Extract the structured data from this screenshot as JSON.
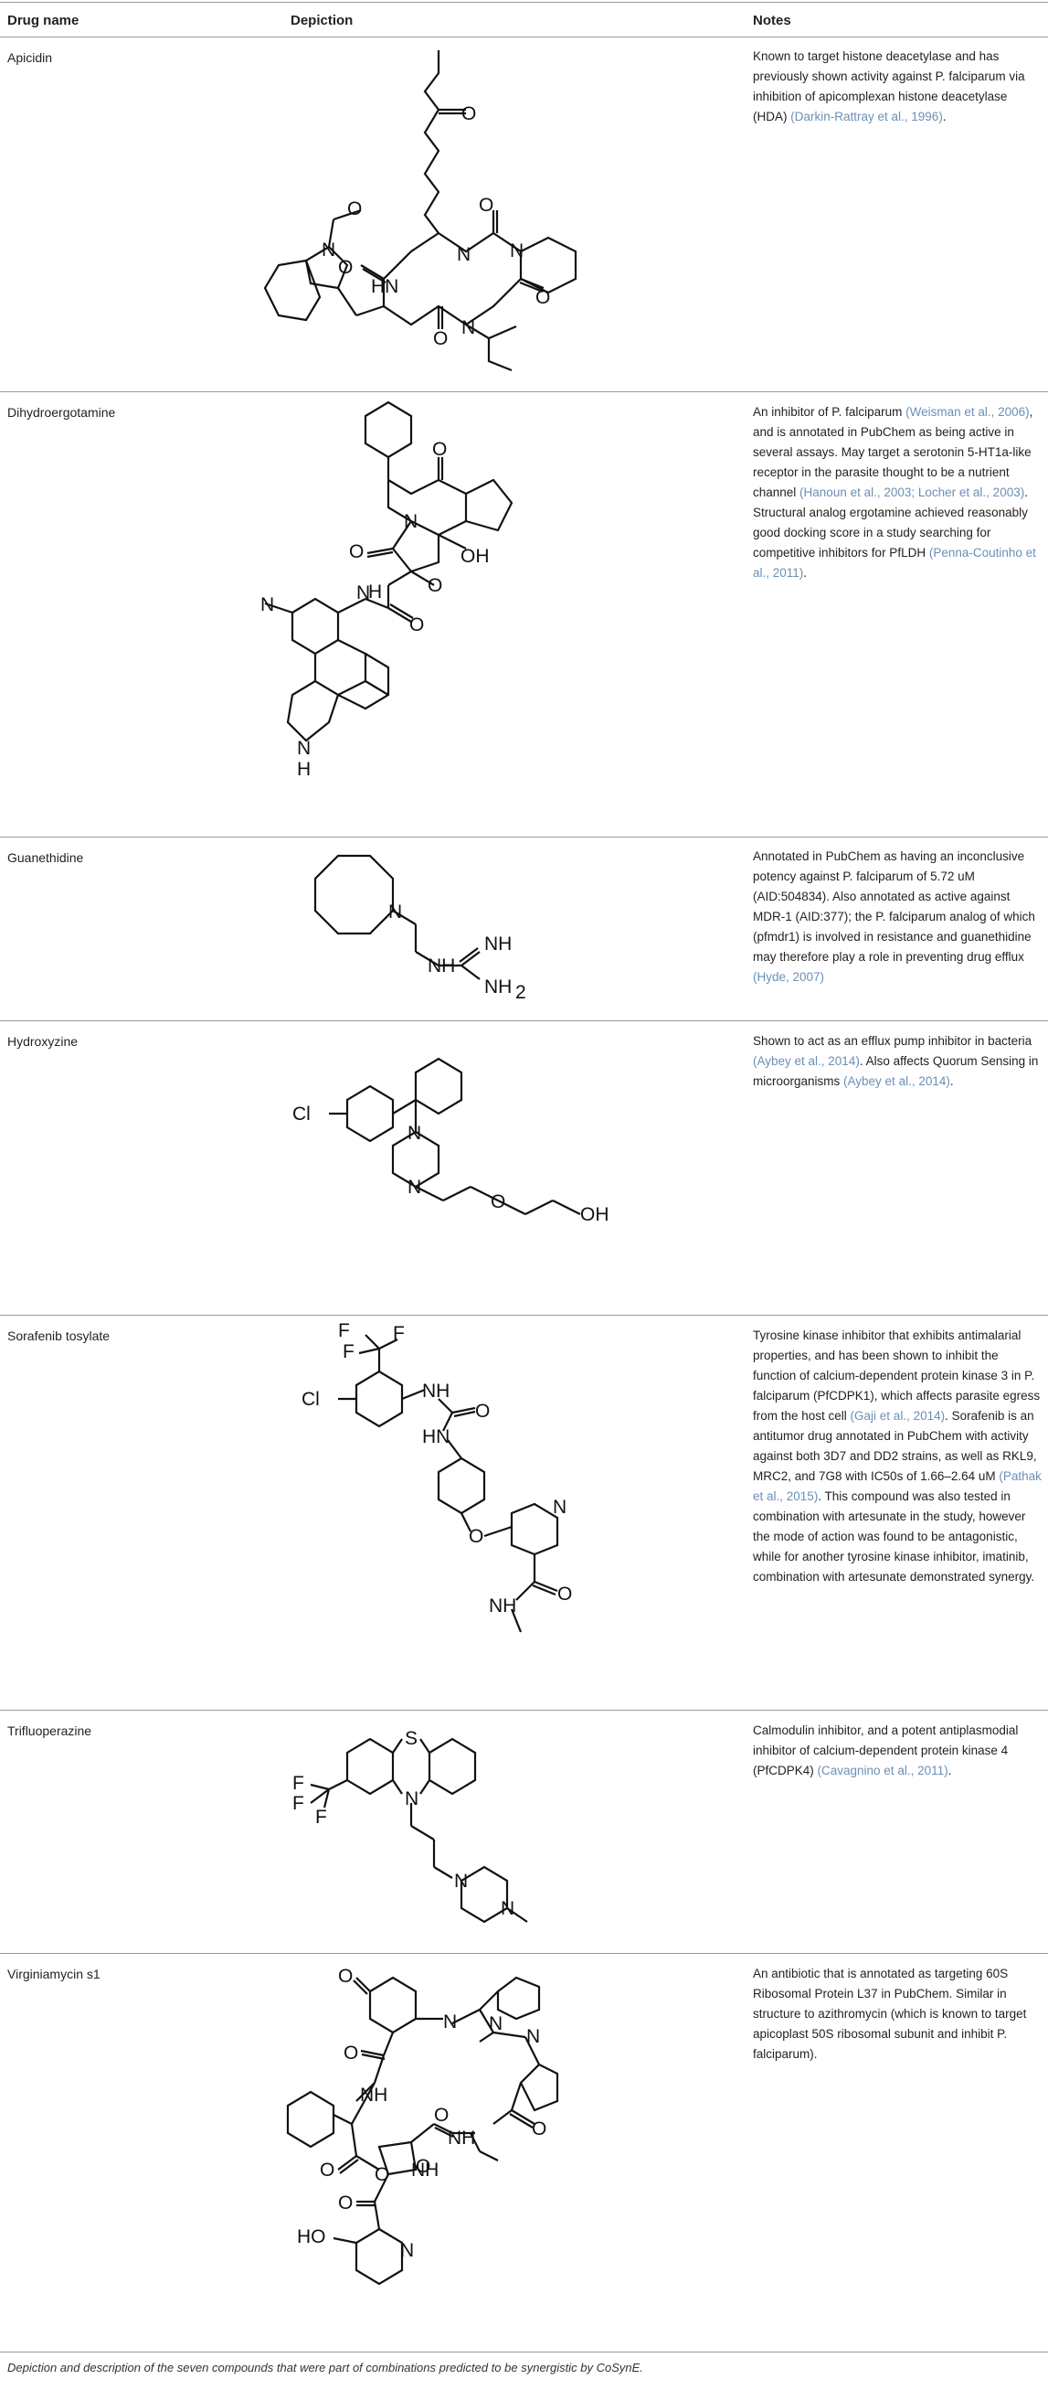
{
  "headers": {
    "drug": "Drug name",
    "depiction": "Depiction",
    "notes": "Notes"
  },
  "rows": [
    {
      "name": "Apicidin",
      "notes": [
        {
          "t": "Known to target histone deacetylase and has previously shown activity against P. falciparum via inhibition of apicomplexan histone deacetylase (HDA) ",
          "c": false
        },
        {
          "t": "(Darkin-Rattray et al., 1996)",
          "c": true
        },
        {
          "t": ".",
          "c": false
        }
      ]
    },
    {
      "name": "Dihydroergotamine",
      "notes": [
        {
          "t": "An inhibitor of P. falciparum ",
          "c": false
        },
        {
          "t": "(Weisman et al., 2006)",
          "c": true
        },
        {
          "t": ", and is annotated in PubChem as being active in several assays. May target a serotonin 5-HT1a-like receptor in the parasite thought to be a nutrient channel ",
          "c": false
        },
        {
          "t": "(Hanoun et al., 2003; Locher et al., 2003)",
          "c": true
        },
        {
          "t": ". Structural analog ergotamine achieved reasonably good docking score in a study searching for competitive inhibitors for PfLDH ",
          "c": false
        },
        {
          "t": "(Penna-Coutinho et al., 2011)",
          "c": true
        },
        {
          "t": ".",
          "c": false
        }
      ]
    },
    {
      "name": "Guanethidine",
      "notes": [
        {
          "t": "Annotated in PubChem as having an inconclusive potency against P. falciparum of 5.72 uM (AID:504834). Also annotated as active against MDR-1 (AID:377); the P. falciparum analog of which (pfmdr1) is involved in resistance and guanethidine may therefore play a role in preventing drug efflux ",
          "c": false
        },
        {
          "t": "(Hyde, 2007)",
          "c": true
        }
      ]
    },
    {
      "name": "Hydroxyzine",
      "notes": [
        {
          "t": "Shown to act as an efflux pump inhibitor in bacteria ",
          "c": false
        },
        {
          "t": "(Aybey et al., 2014)",
          "c": true
        },
        {
          "t": ". Also affects Quorum Sensing in microorganisms ",
          "c": false
        },
        {
          "t": "(Aybey et al., 2014)",
          "c": true
        },
        {
          "t": ".",
          "c": false
        }
      ]
    },
    {
      "name": "Sorafenib tosylate",
      "notes": [
        {
          "t": "Tyrosine kinase inhibitor that exhibits antimalarial properties, and has been shown to inhibit the function of calcium-dependent protein kinase 3 in P. falciparum (PfCDPK1), which affects parasite egress from the host cell ",
          "c": false
        },
        {
          "t": "(Gaji et al., 2014)",
          "c": true
        },
        {
          "t": ". Sorafenib is an antitumor drug annotated in PubChem with activity against both 3D7 and DD2 strains, as well as RKL9, MRC2, and 7G8 with IC50s of 1.66–2.64 uM ",
          "c": false
        },
        {
          "t": "(Pathak et al., 2015)",
          "c": true
        },
        {
          "t": ". This compound was also tested in combination with artesunate in the study, however the mode of action was found to be antagonistic, while for another tyrosine kinase inhibitor, imatinib, combination with artesunate demonstrated synergy.",
          "c": false
        }
      ]
    },
    {
      "name": "Trifluoperazine",
      "notes": [
        {
          "t": "Calmodulin inhibitor, and a potent antiplasmodial inhibitor of calcium-dependent protein kinase 4 (PfCDPK4) ",
          "c": false
        },
        {
          "t": "(Cavagnino et al., 2011)",
          "c": true
        },
        {
          "t": ".",
          "c": false
        }
      ]
    },
    {
      "name": "Virginiamycin s1",
      "notes": [
        {
          "t": "An antibiotic that is annotated as targeting 60S Ribosomal Protein L37 in PubChem. Similar in structure to azithromycin (which is known to target apicoplast 50S ribosomal subunit and inhibit P. falciparum).",
          "c": false
        }
      ]
    }
  ],
  "atom_labels": {
    "apicidin": [
      "O",
      "N",
      "O",
      "HN",
      "N",
      "O",
      "O",
      "N",
      "O",
      "N",
      "O"
    ],
    "dihydroergotamine": [
      "O",
      "N",
      "O",
      "OH",
      "O",
      "N",
      "N",
      "O",
      "H",
      "N",
      "H"
    ],
    "guanethidine": [
      "N",
      "NH",
      "NH",
      "NH",
      "2"
    ],
    "hydroxyzine": [
      "Cl",
      "N",
      "N",
      "O",
      "OH"
    ],
    "sorafenib": [
      "F",
      "F",
      "F",
      "Cl",
      "NH",
      "O",
      "HN",
      "O",
      "N",
      "O",
      "NH"
    ],
    "trifluoperazine": [
      "S",
      "N",
      "F",
      "F",
      "F",
      "N",
      "N"
    ],
    "virginiamycin": [
      "O",
      "N",
      "N",
      "O",
      "NH",
      "O",
      "N",
      "O",
      "O",
      "O",
      "NH",
      "NH",
      "O",
      "O",
      "HO",
      "N"
    ]
  },
  "caption": "Depiction and description of the seven compounds that were part of combinations predicted to be synergistic by CoSynE."
}
